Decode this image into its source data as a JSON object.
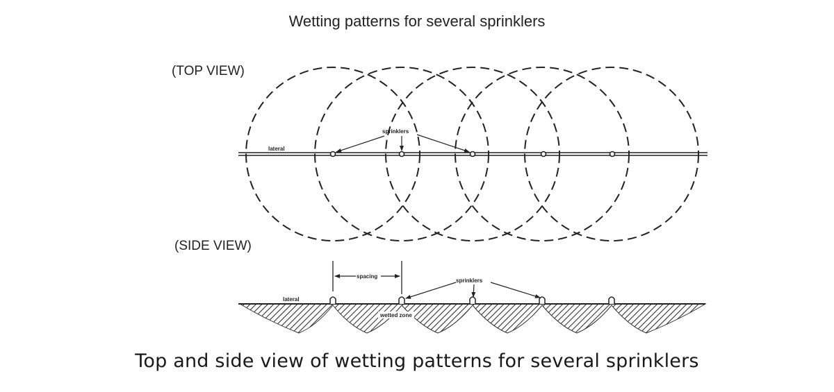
{
  "title": "Wetting patterns for several sprinklers",
  "top_view": {
    "label": "(TOP VIEW)",
    "lateral_label": "lateral",
    "sprinklers_label": "sprinklers"
  },
  "side_view": {
    "label": "(SIDE VIEW)",
    "lateral_label": "lateral",
    "spacing_label": "spacing",
    "sprinklers_label": "sprinklers",
    "wetted_zone_label": "wetted zone"
  },
  "caption": "Top and side view of wetting patterns for several sprinklers"
}
